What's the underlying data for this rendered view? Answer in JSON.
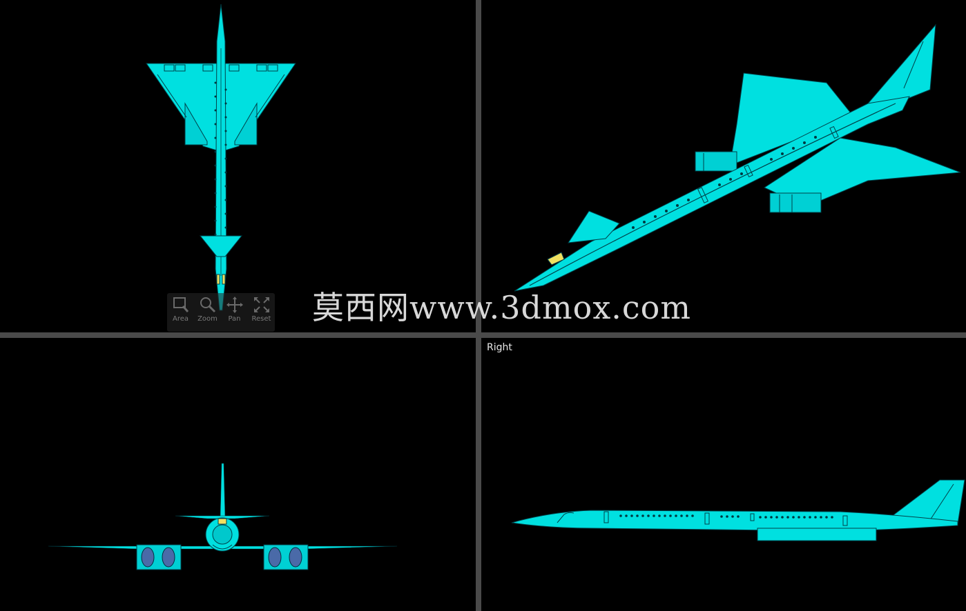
{
  "viewports": {
    "top": {
      "label": ""
    },
    "perspective": {
      "label": ""
    },
    "front": {
      "label": ""
    },
    "right": {
      "label": "Right"
    }
  },
  "toolbar": {
    "buttons": [
      {
        "label": "Area",
        "icon": "area-zoom-icon"
      },
      {
        "label": "Zoom",
        "icon": "magnifier-icon"
      },
      {
        "label": "Pan",
        "icon": "pan-arrows-icon"
      },
      {
        "label": "Reset",
        "icon": "reset-expand-icon"
      }
    ]
  },
  "watermark": {
    "text": "莫西网www.3dmox.com"
  },
  "colors": {
    "model": "#00e0e0",
    "model_shade": "#00b8c0",
    "outline": "#003c40",
    "cockpit": "#f0e060",
    "engine_fan": "#4a6aa8",
    "background": "#000000",
    "divider": "#4a4a4a"
  }
}
